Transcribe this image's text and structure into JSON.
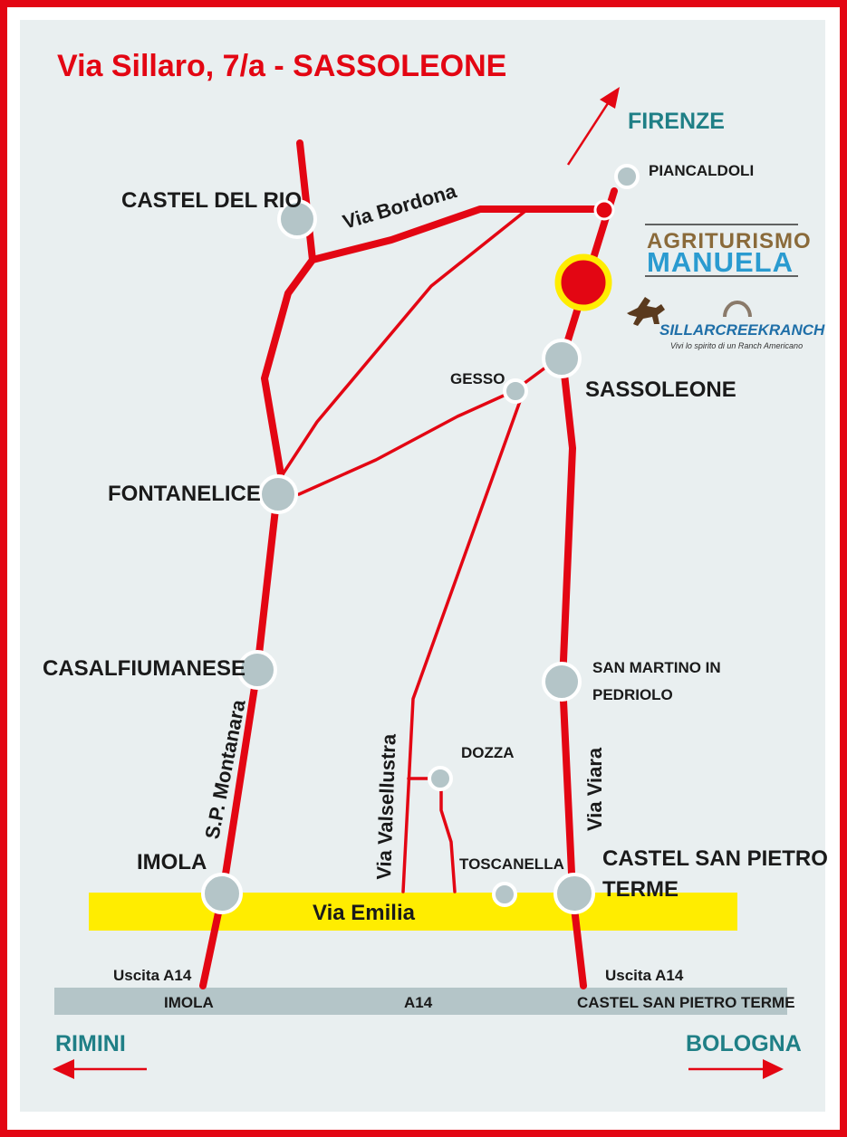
{
  "title": "Via Sillaro, 7/a - SASSOLEONE",
  "directions": {
    "north": "FIRENZE",
    "west": "RIMINI",
    "east": "BOLOGNA"
  },
  "towns": {
    "castel_del_rio": "CASTEL DEL RIO",
    "piancaldoli": "PIANCALDOLI",
    "gesso": "GESSO",
    "sassoleone": "SASSOLEONE",
    "fontanelice": "FONTANELICE",
    "casalfiumanese": "CASALFIUMANESE",
    "san_martino_line1": "SAN MARTINO IN",
    "san_martino_line2": "PEDRIOLO",
    "dozza": "DOZZA",
    "toscanella": "TOSCANELLA",
    "imola": "IMOLA",
    "castel_san_pietro_line1": "CASTEL SAN PIETRO",
    "castel_san_pietro_line2": "TERME"
  },
  "roads": {
    "via_bordona": "Via Bordona",
    "sp_montanara": "S.P. Montanara",
    "via_valsellustra": "Via Valsellustra",
    "via_viara": "Via Viara",
    "via_emilia": "Via Emilia"
  },
  "motorway": {
    "exit_left": "Uscita A14",
    "exit_right": "Uscita A14",
    "left_label": "IMOLA",
    "center_label": "A14",
    "right_label": "CASTEL SAN PIETRO TERME"
  },
  "logo": {
    "line1": "AGRITURISMO",
    "line2": "MANUELA",
    "ranch": "SILLARCREEKRANCH",
    "tagline": "Vivi lo spirito di un Ranch Americano"
  },
  "colors": {
    "border": "#e30613",
    "road": "#e30613",
    "background": "#e9eff0",
    "town_marker": "#b4c5c8",
    "via_emilia": "#ffed00",
    "motorway": "#b4c5c8",
    "direction_text": "#1f7f86",
    "destination_marker": "#e30613",
    "destination_ring": "#ffed00"
  }
}
